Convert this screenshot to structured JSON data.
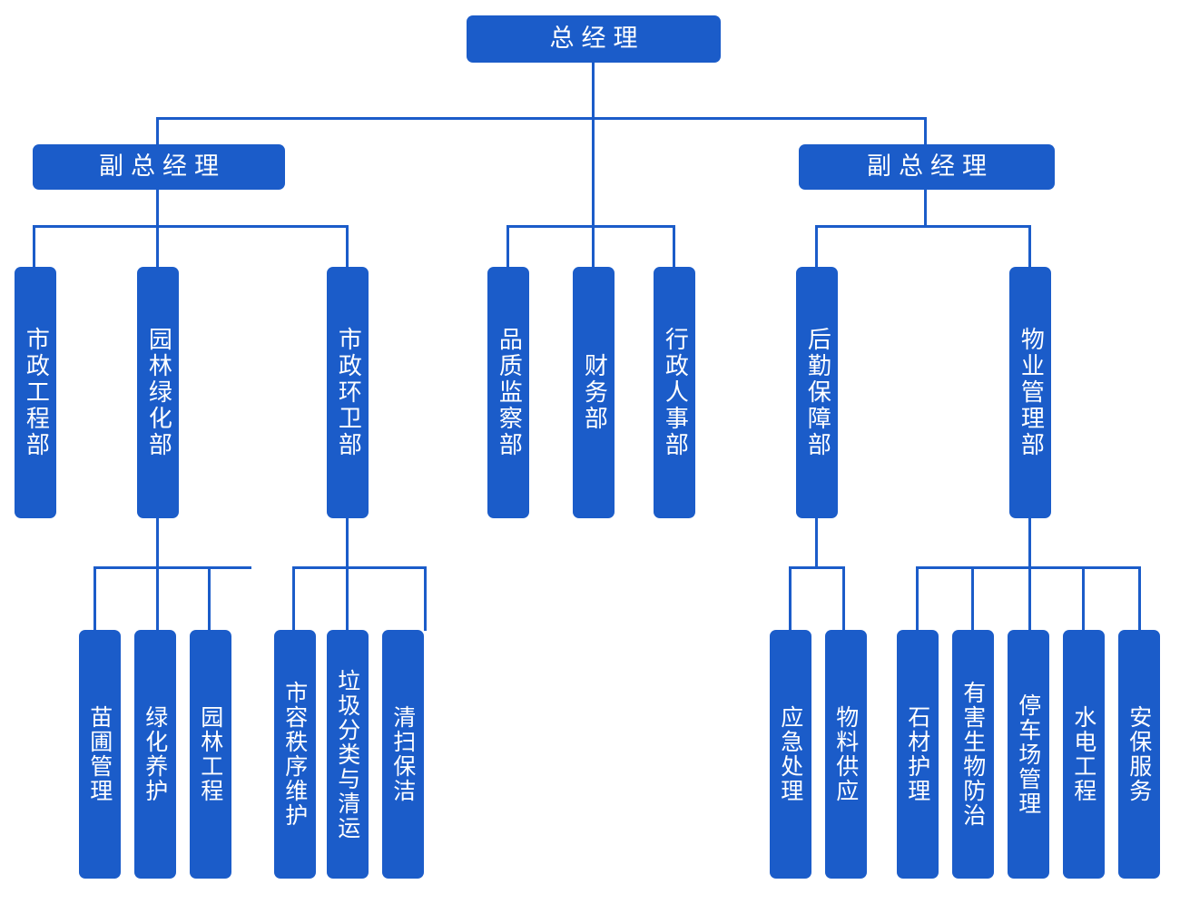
{
  "chart_data": {
    "type": "diagram",
    "diagram_kind": "organization-chart",
    "title": "",
    "colors": {
      "node_fill": "#1B5CC9",
      "node_text": "#FFFFFF",
      "connector": "#1B5CC9",
      "background": "#FFFFFF"
    },
    "levels": 4,
    "nodes": [
      {
        "id": "gm",
        "label": "总经理",
        "level": 1,
        "parent": null
      },
      {
        "id": "dgm1",
        "label": "副总经理",
        "level": 2,
        "parent": "gm"
      },
      {
        "id": "dgm2",
        "label": "副总经理",
        "level": 2,
        "parent": "gm"
      },
      {
        "id": "d1",
        "label": "市政工程部",
        "level": 3,
        "parent": "dgm1"
      },
      {
        "id": "d2",
        "label": "园林绿化部",
        "level": 3,
        "parent": "dgm1"
      },
      {
        "id": "d3",
        "label": "市政环卫部",
        "level": 3,
        "parent": "dgm1"
      },
      {
        "id": "d4",
        "label": "品质监察部",
        "level": 3,
        "parent": "gm"
      },
      {
        "id": "d5",
        "label": "财务部",
        "level": 3,
        "parent": "gm"
      },
      {
        "id": "d6",
        "label": "行政人事部",
        "level": 3,
        "parent": "gm"
      },
      {
        "id": "d7",
        "label": "后勤保障部",
        "level": 3,
        "parent": "dgm2"
      },
      {
        "id": "d8",
        "label": "物业管理部",
        "level": 3,
        "parent": "dgm2"
      },
      {
        "id": "l1",
        "label": "苗圃管理",
        "level": 4,
        "parent": "d2"
      },
      {
        "id": "l2",
        "label": "绿化养护",
        "level": 4,
        "parent": "d2"
      },
      {
        "id": "l3",
        "label": "园林工程",
        "level": 4,
        "parent": "d2"
      },
      {
        "id": "l4",
        "label": "市容秩序维护",
        "level": 4,
        "parent": "d3"
      },
      {
        "id": "l5",
        "label": "垃圾分类与清运",
        "level": 4,
        "parent": "d3"
      },
      {
        "id": "l6",
        "label": "清扫保洁",
        "level": 4,
        "parent": "d3"
      },
      {
        "id": "l7",
        "label": "应急处理",
        "level": 4,
        "parent": "d7"
      },
      {
        "id": "l8",
        "label": "物料供应",
        "level": 4,
        "parent": "d7"
      },
      {
        "id": "l9",
        "label": "石材护理",
        "level": 4,
        "parent": "d8"
      },
      {
        "id": "l10",
        "label": "有害生物防治",
        "level": 4,
        "parent": "d8"
      },
      {
        "id": "l11",
        "label": "停车场管理",
        "level": 4,
        "parent": "d8"
      },
      {
        "id": "l12",
        "label": "水电工程",
        "level": 4,
        "parent": "d8"
      },
      {
        "id": "l13",
        "label": "安保服务",
        "level": 4,
        "parent": "d8"
      }
    ]
  },
  "root": {
    "label": "总经理"
  },
  "deputies": [
    {
      "label": "副总经理"
    },
    {
      "label": "副总经理"
    }
  ],
  "departments": {
    "left": [
      {
        "label": "市政工程部"
      },
      {
        "label": "园林绿化部"
      },
      {
        "label": "市政环卫部"
      }
    ],
    "center": [
      {
        "label": "品质监察部"
      },
      {
        "label": "财务部"
      },
      {
        "label": "行政人事部"
      }
    ],
    "right": [
      {
        "label": "后勤保障部"
      },
      {
        "label": "物业管理部"
      }
    ]
  },
  "teams": {
    "landscaping": [
      {
        "label": "苗圃管理"
      },
      {
        "label": "绿化养护"
      },
      {
        "label": "园林工程"
      }
    ],
    "sanitation": [
      {
        "label": "市容秩序维护"
      },
      {
        "label": "垃圾分类与清运"
      },
      {
        "label": "清扫保洁"
      }
    ],
    "logistics": [
      {
        "label": "应急处理"
      },
      {
        "label": "物料供应"
      }
    ],
    "property": [
      {
        "label": "石材护理"
      },
      {
        "label": "有害生物防治"
      },
      {
        "label": "停车场管理"
      },
      {
        "label": "水电工程"
      },
      {
        "label": "安保服务"
      }
    ]
  }
}
